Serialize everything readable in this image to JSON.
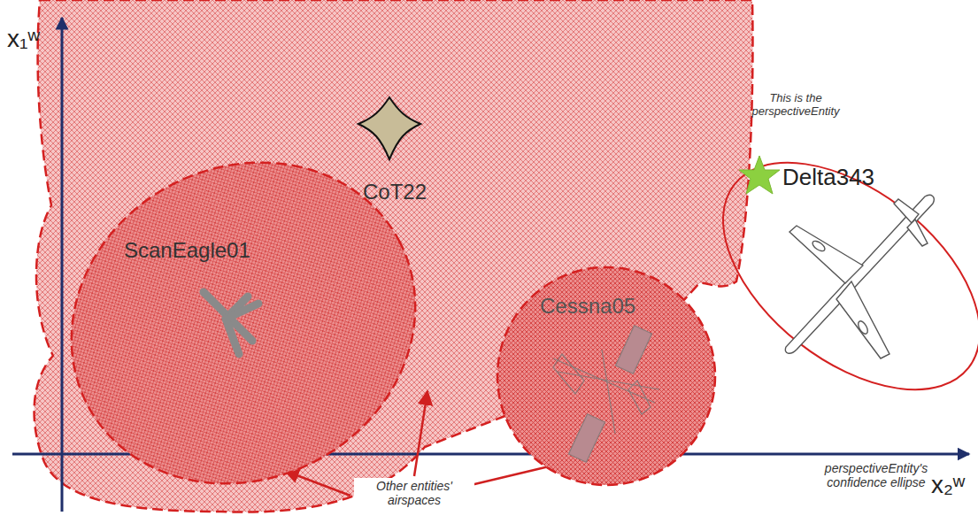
{
  "diagram": {
    "nodes": [
      {
        "text": [
          "ScanEagle01"
        ]
      },
      {
        "text": [
          "Cessna05"
        ]
      }
    ],
    "labels": [
      "x₁ʷ",
      "CoT22",
      "This is the perspectiveEntity",
      "Delta343",
      "perspectiveEntity's confidence ellipse",
      "Other entities' airspaces",
      "x₂ʷ"
    ]
  }
}
